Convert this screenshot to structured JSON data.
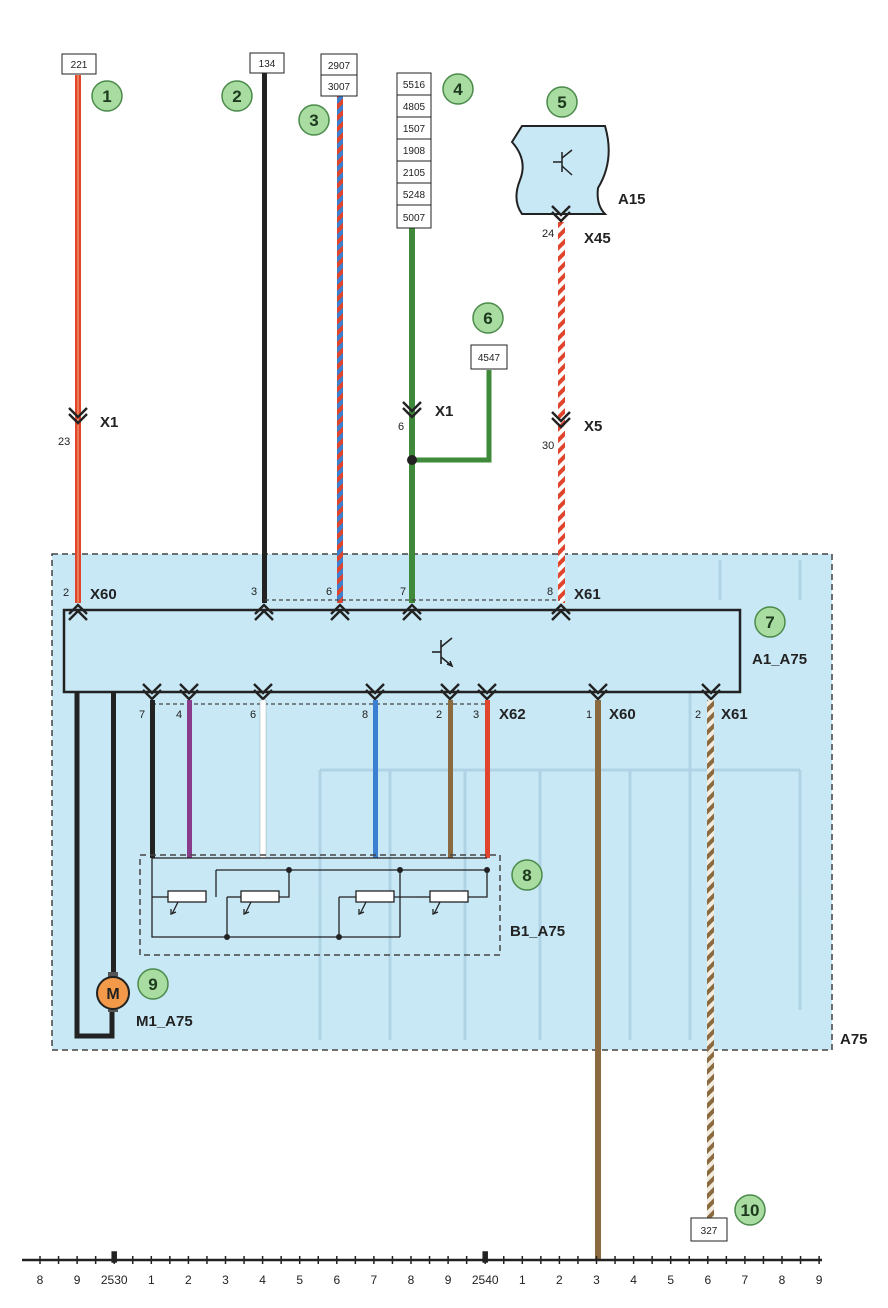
{
  "wire_codes": {
    "w1": "221",
    "w2": "134",
    "w3a": "2907",
    "w3b": "3007",
    "w4": [
      "5516",
      "4805",
      "1507",
      "1908",
      "2105",
      "5248",
      "5007"
    ],
    "w6": "4547",
    "w10": "327"
  },
  "callouts": [
    "1",
    "2",
    "3",
    "4",
    "5",
    "6",
    "7",
    "8",
    "9",
    "10"
  ],
  "components": {
    "a15": "A15",
    "a1_a75": "A1_A75",
    "b1_a75": "B1_A75",
    "m1_a75": "M1_A75",
    "motor_symbol": "M",
    "a75": "A75"
  },
  "connectors": {
    "x1_left": "X1",
    "x1_right": "X1",
    "x45": "X45",
    "x5": "X5",
    "x60_top": "X60",
    "x61_top": "X61",
    "x62": "X62",
    "x60_bottom": "X60",
    "x61_bottom": "X61"
  },
  "pins": {
    "x1_left": "23",
    "x1_right": "6",
    "x45": "24",
    "x5": "30",
    "x60_top": "2",
    "top_3": "3",
    "top_6": "6",
    "top_7": "7",
    "x61_top": "8",
    "bottom_7": "7",
    "bottom_4": "4",
    "bottom_6": "6",
    "bottom_8": "8",
    "bottom_2": "2",
    "bottom_3": "3",
    "x60_bottom": "1",
    "x61_bottom": "2"
  },
  "scale": [
    "8",
    "9",
    "2530",
    "1",
    "2",
    "3",
    "4",
    "5",
    "6",
    "7",
    "8",
    "9",
    "2540",
    "1",
    "2",
    "3",
    "4",
    "5",
    "6",
    "7",
    "8",
    "9"
  ],
  "colors": {
    "red": "#e0442c",
    "black": "#222222",
    "blue": "#3a7fd0",
    "green": "#3e8a3a",
    "purple": "#8a3c8c",
    "brown": "#8a6a3e",
    "module_fill": "#c8e8f6",
    "callout_fill": "#a8dca0"
  }
}
